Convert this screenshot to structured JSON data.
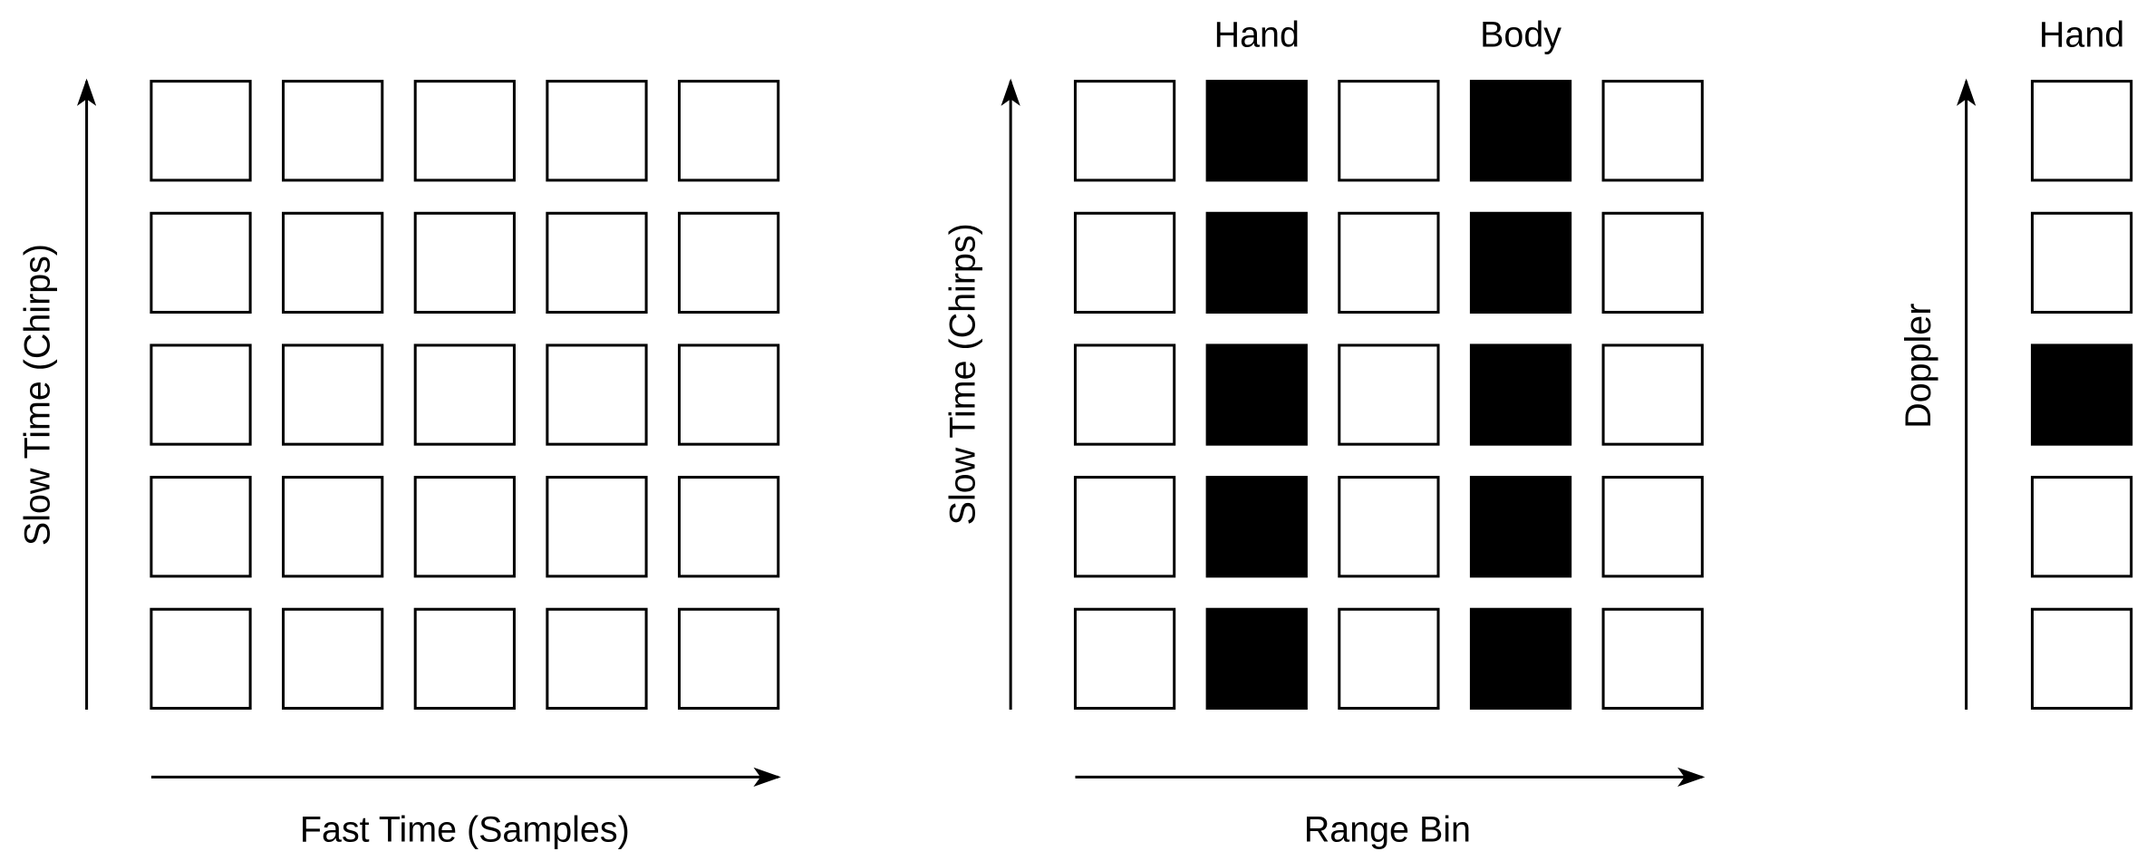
{
  "colors": {
    "filled": "#000000",
    "empty": "#ffffff",
    "stroke": "#000000"
  },
  "panels": [
    {
      "y_axis_label": "Slow Time (Chirps)",
      "x_axis_label": "Fast Time (Samples)",
      "column_labels": [
        "",
        "",
        "",
        "",
        ""
      ],
      "cells": [
        [
          0,
          0,
          0,
          0,
          0
        ],
        [
          0,
          0,
          0,
          0,
          0
        ],
        [
          0,
          0,
          0,
          0,
          0
        ],
        [
          0,
          0,
          0,
          0,
          0
        ],
        [
          0,
          0,
          0,
          0,
          0
        ]
      ]
    },
    {
      "y_axis_label": "Slow Time (Chirps)",
      "x_axis_label": "Range Bin",
      "column_labels": [
        "",
        "Hand",
        "",
        "Body",
        ""
      ],
      "cells": [
        [
          0,
          1,
          0,
          1,
          0
        ],
        [
          0,
          1,
          0,
          1,
          0
        ],
        [
          0,
          1,
          0,
          1,
          0
        ],
        [
          0,
          1,
          0,
          1,
          0
        ],
        [
          0,
          1,
          0,
          1,
          0
        ]
      ]
    },
    {
      "y_axis_label": "Doppler",
      "x_axis_label": "",
      "column_labels": [
        "Hand"
      ],
      "cells": [
        [
          0
        ],
        [
          0
        ],
        [
          1
        ],
        [
          0
        ],
        [
          0
        ]
      ]
    }
  ]
}
